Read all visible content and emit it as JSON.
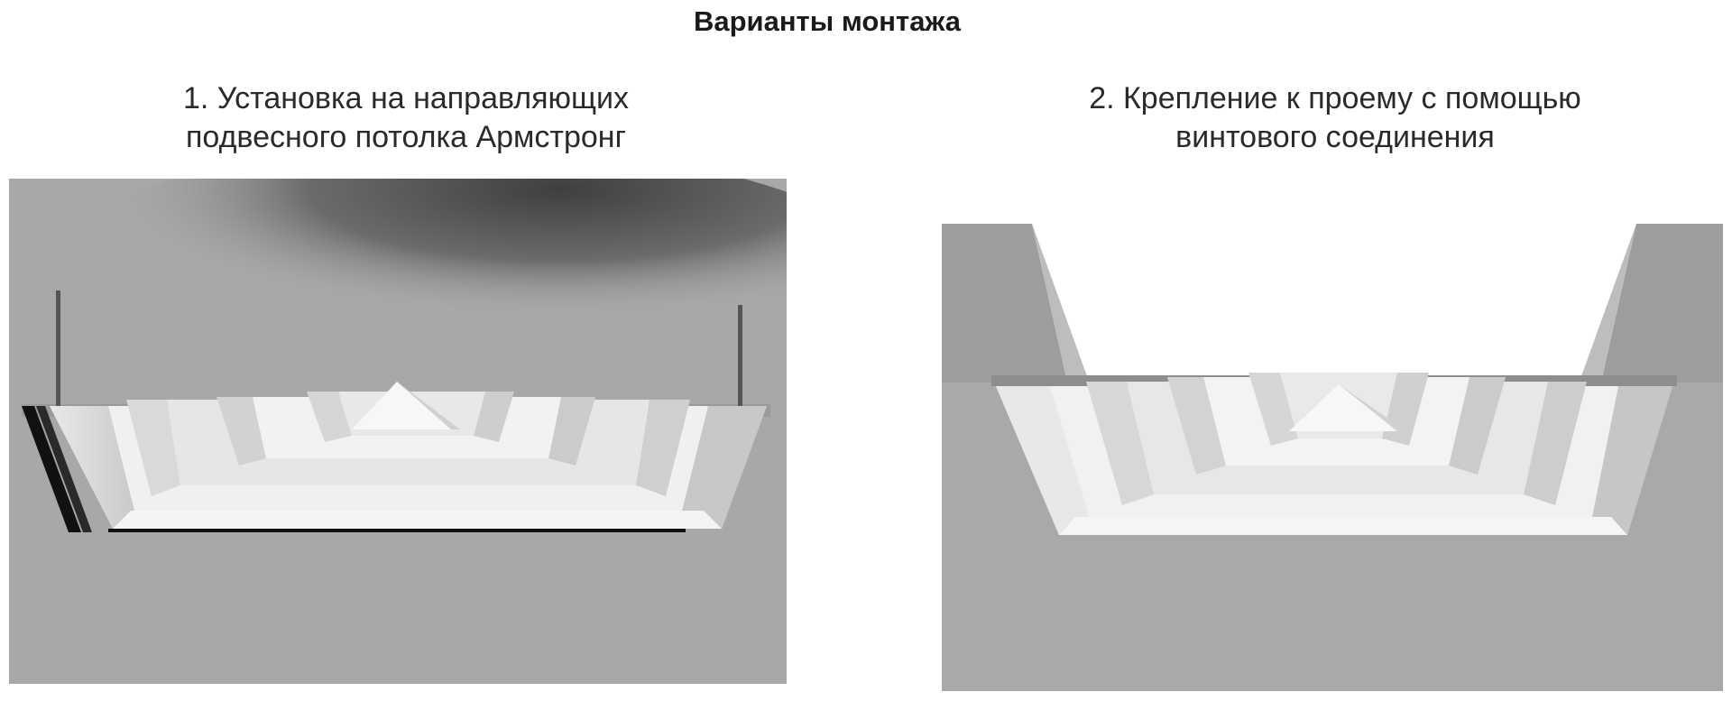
{
  "title": "Варианты монтажа",
  "options": [
    {
      "number": "1.",
      "caption_line1": "1. Установка на направляющих",
      "caption_line2": "подвесного потолка Армстронг"
    },
    {
      "number": "2.",
      "caption_line1": "2. Крепление к проему с помощью",
      "caption_line2": "винтового соединения"
    }
  ],
  "colors": {
    "text": "#1a1a1a",
    "ceiling_gray": "#a9a9a9",
    "dark_haze": "#4a4a4a",
    "diffuser_white": "#f2f2f2",
    "diffuser_shade": "#d6d6d6"
  }
}
